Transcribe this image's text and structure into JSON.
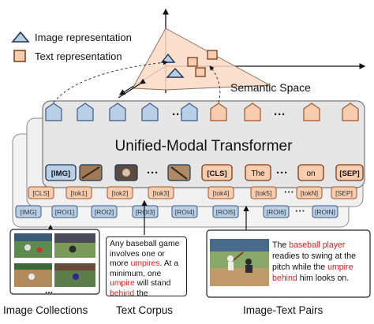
{
  "legend": {
    "image": "Image representation",
    "text": "Text representation"
  },
  "semantic_space_label": "Semantic Space",
  "transformer_title": "Unified-Modal Transformer",
  "front_row": {
    "img": "[IMG]",
    "cls": "[CLS]",
    "the": "The",
    "on": "on",
    "sep": "[SEP]",
    "dots": "···"
  },
  "text_row": [
    "[CLS]",
    "[tok1]",
    "[tok2]",
    "[tok3]",
    "[tok4]",
    "[tok5]",
    "···",
    "[tokN]",
    "[SEP]"
  ],
  "roi_row": [
    "[IMG]",
    "[ROI1]",
    "[ROI2]",
    "[ROI3]",
    "[ROI4]",
    "[ROI5]",
    "[ROI6]",
    "···",
    "[ROIN]"
  ],
  "top_dots": "···",
  "corpus_segments": [
    {
      "text": "Any baseball game involves one or more ",
      "red": false
    },
    {
      "text": "umpires",
      "red": true
    },
    {
      "text": ". At a minimum, one ",
      "red": false
    },
    {
      "text": "umpire",
      "red": true
    },
    {
      "text": " will stand ",
      "red": false
    },
    {
      "text": "behind",
      "red": true
    },
    {
      "text": " the catcher...",
      "red": false
    }
  ],
  "pair_segments": [
    {
      "text": "The ",
      "red": false
    },
    {
      "text": "baseball player",
      "red": true
    },
    {
      "text": " readies to swing at the pitch while the ",
      "red": false
    },
    {
      "text": "umpire behind",
      "red": true
    },
    {
      "text": " him looks on.",
      "red": false
    }
  ],
  "image_collection_dots": "...",
  "captions": {
    "image": "Image Collections",
    "text": "Text Corpus",
    "pair": "Image-Text Pairs"
  },
  "colors": {
    "image_token": "#b9cfe6",
    "image_stroke": "#3a5a85",
    "text_token": "#f7cdb0",
    "text_stroke": "#a0552a",
    "space_fill": "#fbd9c4",
    "box_fill": "#ececec",
    "red": "#e02020"
  }
}
